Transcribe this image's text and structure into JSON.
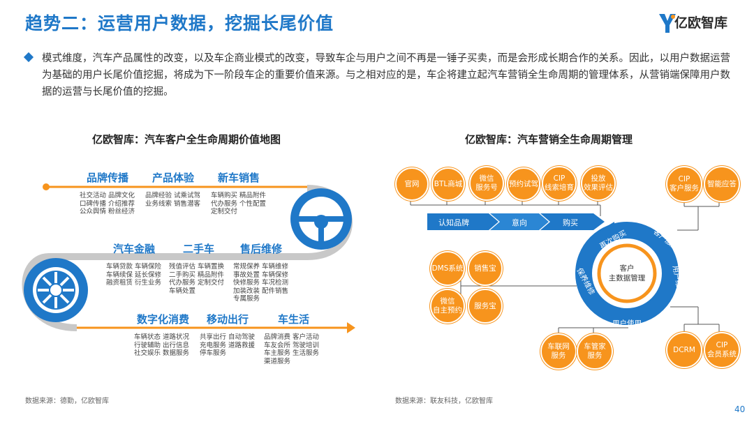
{
  "header": {
    "title": "趋势二：运营用户数据，挖掘长尾价值",
    "logo_text": "亿欧智库",
    "accent": "#1f78c8",
    "orange": "#f7941d"
  },
  "intro": {
    "paragraph": "模式维度，汽车产品属性的改变，以及车企商业模式的改变，导致车企与用户之间不再是一锤子买卖，而是会形成长期合作的关系。因此，以用户数据运营为基础的用户长尾价值挖掘，将成为下一阶段车企的重要价值来源。与之相对应的是，车企将建立起汽车营销全生命周期的管理体系，从营销端保障用户数据的运营与长尾价值的挖掘。"
  },
  "left_chart": {
    "title": "亿欧智库：汽车客户全生命周期价值地图",
    "row1": [
      {
        "category": "品牌传播",
        "items": "社交活动 品牌文化\n口碑传播 介绍推荐\n公众舆情 粉丝经济"
      },
      {
        "category": "产品体验",
        "items": "品牌经验 试乘试驾\n业务线索 销售潜客"
      },
      {
        "category": "新车销售",
        "items": "车辆购买 精品附件\n代办服务 个性配置\n定制交付"
      }
    ],
    "row2": [
      {
        "category": "汽车金融",
        "items": "车辆贷款 车辆保险\n车辆续保 延长保修\n融资租赁 衍生业务"
      },
      {
        "category": "二手车",
        "items": "残值评估 车辆置换\n二手购买 精品附件\n代办服务 定制交付\n车辆处置"
      },
      {
        "category": "售后维修",
        "items": "常规保养 车辆维修\n事故处置 车辆保修\n快修服务 车况检测\n加装改装 配件销售\n专属服务"
      }
    ],
    "row3": [
      {
        "category": "数字化消费",
        "items": "车辆状态 道路状况\n行驶辅助 出行信息\n社交娱乐 数据服务"
      },
      {
        "category": "移动出行",
        "items": "共享出行 自动驾驶\n充电服务 道路救援\n停车服务"
      },
      {
        "category": "车生活",
        "items": "品牌消费 客户活动\n车友会所 驾驶培训\n车主服务 生活服务\n渠道服务"
      }
    ],
    "source": "数据来源：德勤，亿欧智库"
  },
  "right_chart": {
    "title": "亿欧智库：汽车营销全生命周期管理",
    "top_bubbles": [
      "官网",
      "BTL商城",
      "微信\n服务号",
      "预约试驾",
      "CIP\n线索培育",
      "投放\n效果评估"
    ],
    "top_right_bubbles": [
      "CIP\n客户服务",
      "智能应答"
    ],
    "left_bubbles": [
      "DMS系统",
      "销售宝",
      "微信\n自主预约",
      "服务宝"
    ],
    "bottom_bubbles": [
      "车联网\n服务",
      "车管家\n服务"
    ],
    "bottom_right_bubbles": [
      "DCRM",
      "CIP\n会员系统"
    ],
    "flow": [
      "认知品牌",
      "意向",
      "购买"
    ],
    "ring": [
      "再次购买",
      "客户服务",
      "用户维系",
      "用户使用",
      "保养维修"
    ],
    "center": "客户\n主数据管理",
    "source": "数据来源：联友科技，亿欧智库"
  },
  "page_number": "40"
}
